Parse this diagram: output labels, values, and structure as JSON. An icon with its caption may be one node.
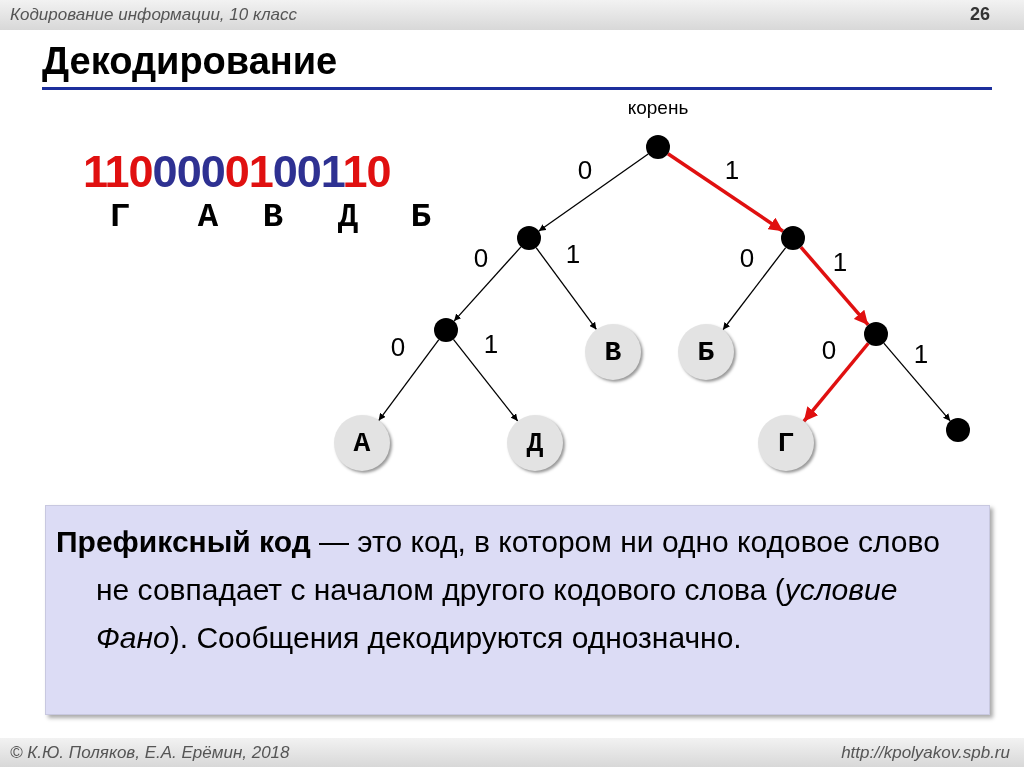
{
  "diagram": {
    "title": "Декодирование",
    "nodes": [
      {
        "text": [],
        "shape": "circle",
        "beside": [
          "корень"
        ]
      },
      {
        "text": [],
        "shape": "circle"
      },
      {
        "text": [],
        "shape": "circle"
      },
      {
        "text": [],
        "shape": "circle"
      },
      {
        "text": [
          "В"
        ]
      },
      {
        "text": [
          "Б"
        ]
      },
      {
        "text": [],
        "shape": "circle"
      },
      {
        "text": [
          "А"
        ]
      },
      {
        "text": [
          "Д"
        ]
      },
      {
        "text": [
          "Г"
        ]
      },
      {
        "text": [],
        "shape": "circle"
      },
      {
        "text": [
          "**Префиксный код** — это код, в котором ни одно кодовое слово не совпадает с началом другого кодового слова (*условие Фано*). Сообщения декодируются однозначно."
        ]
      }
    ],
    "edges": [
      {
        "from": 0,
        "to": 1,
        "arrow": "to",
        "label": "0"
      },
      {
        "from": 0,
        "to": 2,
        "arrow": "to",
        "label": "1",
        "style": "thick",
        "color": "#e01010"
      },
      {
        "from": 1,
        "to": 3,
        "arrow": "to",
        "label": "0"
      },
      {
        "from": 1,
        "to": 4,
        "arrow": "to",
        "label": "1"
      },
      {
        "from": 2,
        "to": 5,
        "arrow": "to",
        "label": "0"
      },
      {
        "from": 2,
        "to": 6,
        "arrow": "to",
        "label": "1",
        "style": "thick",
        "color": "#e01010"
      },
      {
        "from": 3,
        "to": 7,
        "arrow": "to",
        "label": "0"
      },
      {
        "from": 3,
        "to": 8,
        "arrow": "to",
        "label": "1"
      },
      {
        "from": 6,
        "to": 9,
        "arrow": "to",
        "label": "0",
        "style": "thick",
        "color": "#e01010"
      },
      {
        "from": 6,
        "to": 10,
        "arrow": "to",
        "label": "1"
      }
    ],
    "labels": [
      "Кодирование информации, 10 класс",
      "26",
      "110",
      "000",
      "01",
      "001",
      "10",
      "Г",
      "А",
      "В",
      "Д",
      "Б",
      "© К.Ю. Поляков, Е.А. Ерёмин, 2018",
      "http://kpolyakov.spb.ru"
    ]
  }
}
